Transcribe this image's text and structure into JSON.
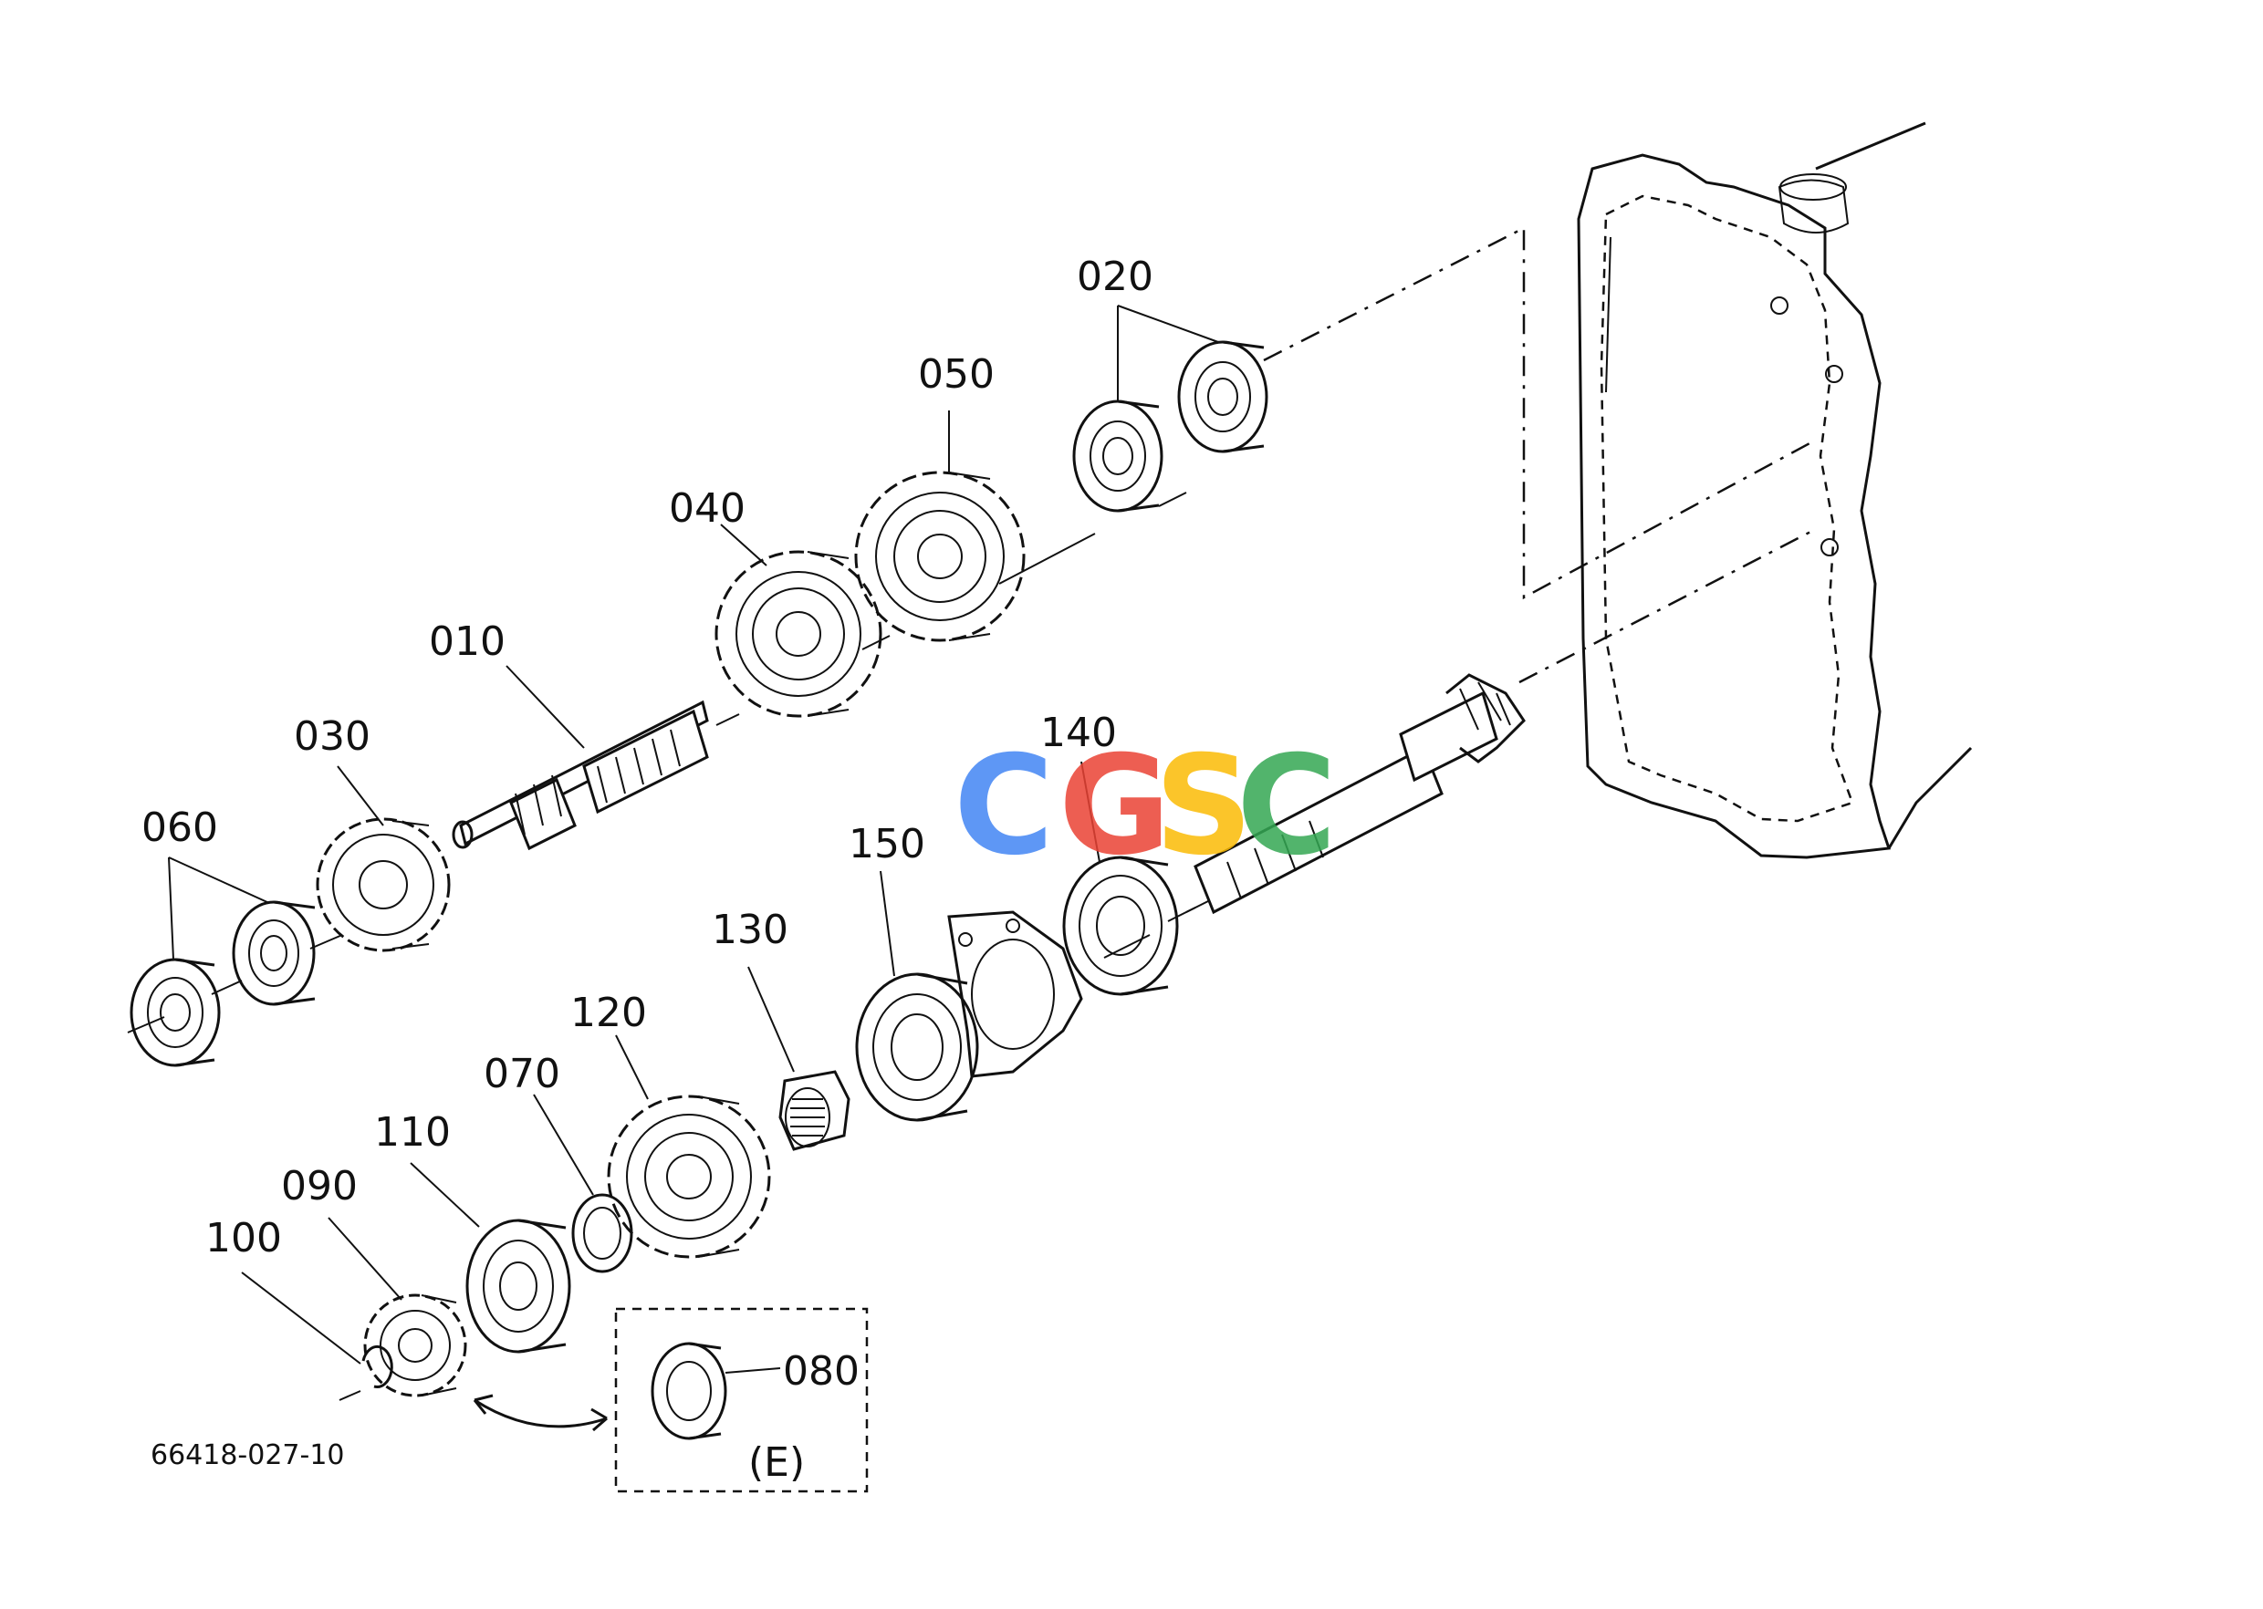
{
  "labels": {
    "p010": "010",
    "p020": "020",
    "p030": "030",
    "p040": "040",
    "p050": "050",
    "p060": "060",
    "p070": "070",
    "p080": "080",
    "p090": "090",
    "p100": "100",
    "p110": "110",
    "p120": "120",
    "p130": "130",
    "p140": "140",
    "p150": "150",
    "inset": "(E)"
  },
  "drawing_number": "66418-027-10",
  "watermark": {
    "letters": [
      "C",
      "G",
      "S",
      "C"
    ],
    "colors": [
      "#4285F4",
      "#EA4335",
      "#FBBC05",
      "#34A853"
    ]
  }
}
